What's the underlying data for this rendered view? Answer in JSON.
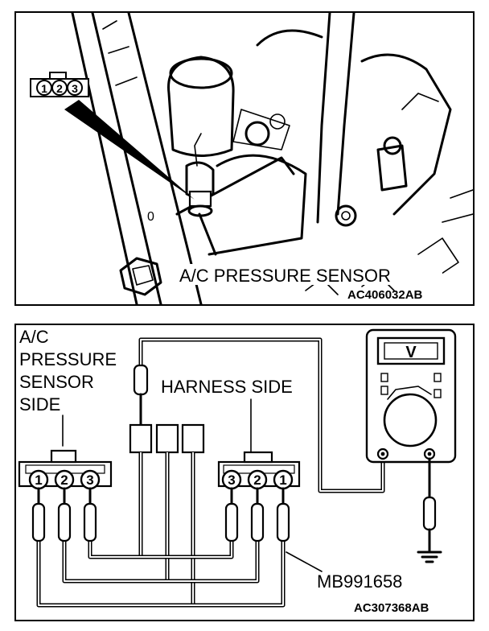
{
  "top": {
    "component_label": "A/C PRESSURE SENSOR",
    "figure_code": "AC406032AB",
    "connector_pins": [
      "1",
      "2",
      "3"
    ],
    "engine_mark": "0"
  },
  "bottom": {
    "sensor_side_lines": [
      "A/C",
      "PRESSURE",
      "SENSOR",
      "SIDE"
    ],
    "harness_side_label": "HARNESS SIDE",
    "sensor_connector_pins": [
      "1",
      "2",
      "3"
    ],
    "harness_connector_pins": [
      "3",
      "2",
      "1"
    ],
    "tool_label": "MB991658",
    "figure_code": "AC307368AB",
    "meter_symbol": "V"
  }
}
